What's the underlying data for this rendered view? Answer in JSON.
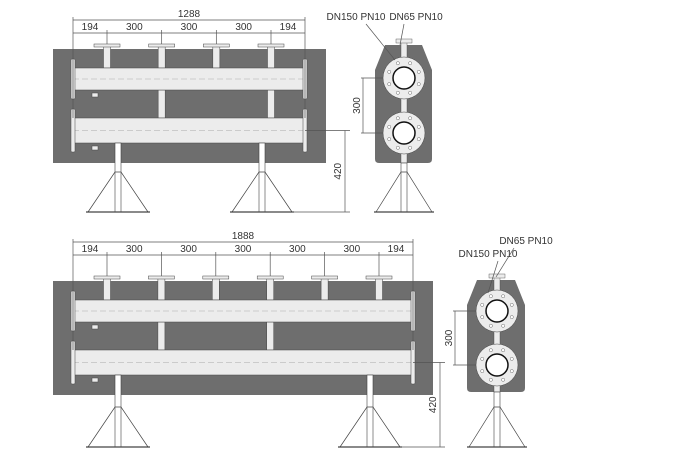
{
  "colors": {
    "body": "#6e6e6e",
    "pipe": "#ececec",
    "line": "#444444",
    "dim": "#555555"
  },
  "drawings": [
    {
      "name": "4-outlet",
      "total_length": "1288",
      "segments": [
        "194",
        "300",
        "300",
        "300",
        "194"
      ],
      "side_labels": {
        "main_flange": "DN150 PN10",
        "outlet_flange": "DN65 PN10"
      },
      "pipe_spacing": "300",
      "height": "420"
    },
    {
      "name": "6-outlet",
      "total_length": "1888",
      "segments": [
        "194",
        "300",
        "300",
        "300",
        "300",
        "300",
        "194"
      ],
      "side_labels": {
        "main_flange": "DN150 PN10",
        "outlet_flange": "DN65 PN10"
      },
      "pipe_spacing": "300",
      "height": "420"
    }
  ]
}
